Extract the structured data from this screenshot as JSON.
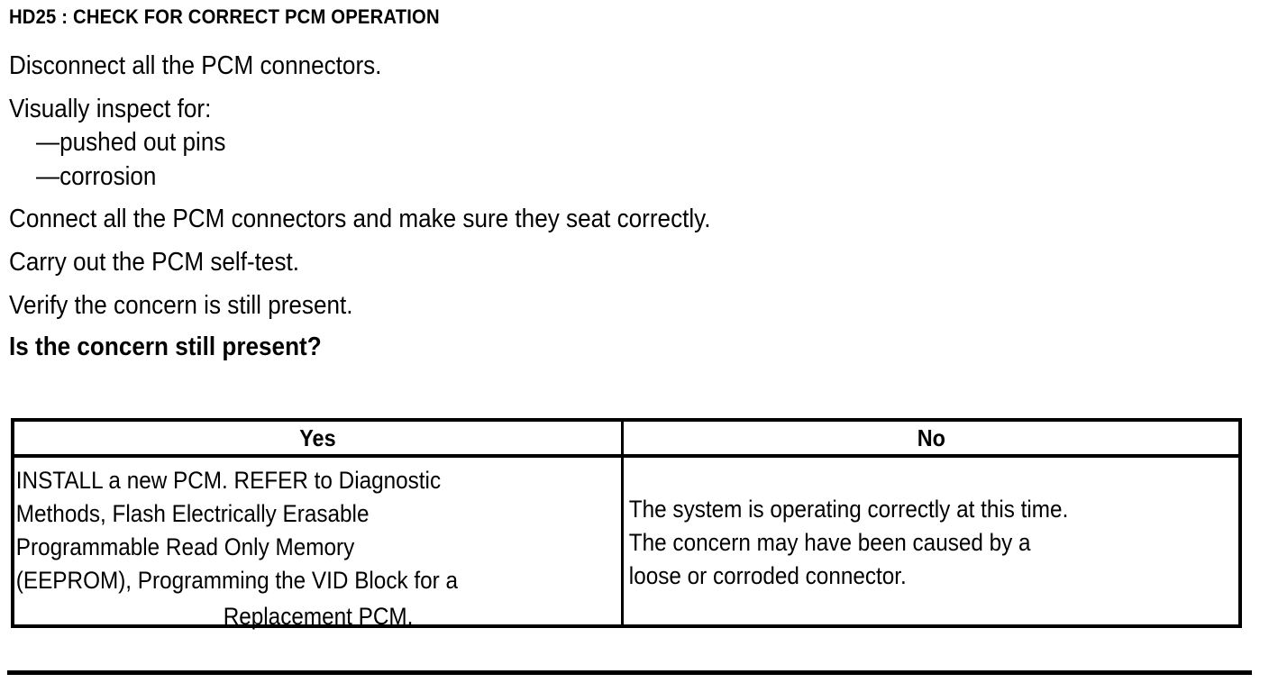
{
  "document": {
    "heading": "HD25 : CHECK FOR CORRECT PCM OPERATION",
    "steps": [
      {
        "text": "Disconnect all the PCM connectors.",
        "bold": false,
        "indent": false
      },
      {
        "text": "Visually inspect for:",
        "bold": false,
        "indent": false
      },
      {
        "text": "—pushed out pins",
        "bold": false,
        "indent": true
      },
      {
        "text": "—corrosion",
        "bold": false,
        "indent": true
      },
      {
        "text": "Connect all the PCM connectors and make sure they seat correctly.",
        "bold": false,
        "indent": false
      },
      {
        "text": "Carry out the PCM self-test.",
        "bold": false,
        "indent": false
      },
      {
        "text": "Verify the concern is still present.",
        "bold": false,
        "indent": false
      },
      {
        "text": "Is the concern still present?",
        "bold": true,
        "indent": false
      }
    ],
    "table": {
      "headers": {
        "yes": "Yes",
        "no": "No"
      },
      "cells": {
        "yes_body": "INSTALL a new PCM. REFER to Diagnostic\nMethods, Flash Electrically Erasable\nProgrammable Read Only Memory\n(EEPROM), Programming the VID Block for a",
        "yes_last_line": "Replacement PCM.",
        "no_body": "The system is operating correctly at this time.\nThe concern may have been caused by a\nloose or corroded connector."
      }
    },
    "colors": {
      "ink": "#000000",
      "paper": "#ffffff"
    }
  }
}
